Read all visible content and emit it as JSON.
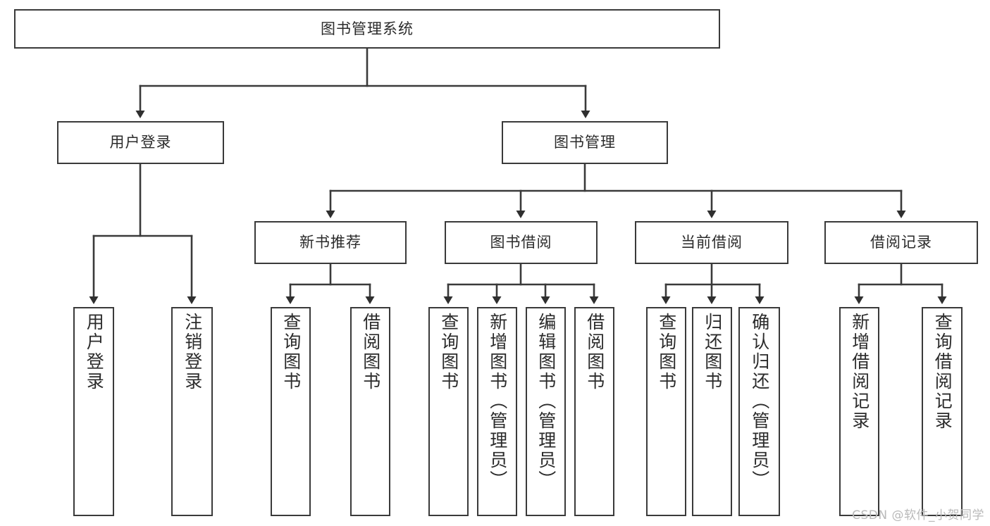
{
  "diagram": {
    "title": "图书管理系统",
    "root": {
      "label": "图书管理系统"
    },
    "level1": [
      {
        "label": "用户登录"
      },
      {
        "label": "图书管理"
      }
    ],
    "level2": [
      {
        "label": "新书推荐"
      },
      {
        "label": "图书借阅"
      },
      {
        "label": "当前借阅"
      },
      {
        "label": "借阅记录"
      }
    ],
    "leaves": {
      "user_login": [
        {
          "label": "用户登录"
        },
        {
          "label": "注销登录"
        }
      ],
      "new_book": [
        {
          "label": "查询图书"
        },
        {
          "label": "借阅图书"
        }
      ],
      "book_borrow": [
        {
          "label": "查询图书"
        },
        {
          "label": "新增图书（管理员）"
        },
        {
          "label": "编辑图书（管理员）"
        },
        {
          "label": "借阅图书"
        }
      ],
      "current_borrow": [
        {
          "label": "查询图书"
        },
        {
          "label": "归还图书"
        },
        {
          "label": "确认归还（管理员）"
        }
      ],
      "borrow_record": [
        {
          "label": "新增借阅记录"
        },
        {
          "label": "查询借阅记录"
        }
      ]
    }
  },
  "watermark": {
    "text": "CSDN @软件_小贺同学"
  },
  "colors": {
    "stroke": "#3a3a3a",
    "background": "#ffffff",
    "text": "#2b2b2b",
    "watermark": "#b9b9b9"
  }
}
